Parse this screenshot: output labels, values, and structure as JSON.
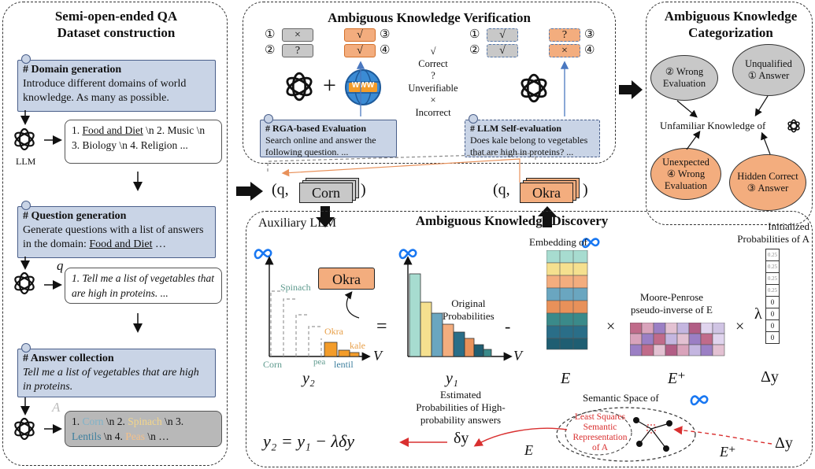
{
  "left_panel": {
    "title_line1": "Semi-open-ended QA",
    "title_line2": "Dataset construction",
    "domain": {
      "heading": "# Domain generation",
      "text": "Introduce different domains of world knowledge. As many as possible."
    },
    "llm_label": "LLM",
    "domain_output_pre": "1. ",
    "domain_output_link": "Food and Diet",
    "domain_output_rest": " \\n 2. Music \\n 3. Biology \\n 4. Religion ...",
    "question": {
      "heading": "# Question generation",
      "text": "Generate questions with a list of answers in the domain: ",
      "domain_link": "Food and Diet",
      "ellipsis": " …"
    },
    "q_label": "q",
    "question_output": "1. Tell me a list of vegetables that are high in proteins. ...",
    "answer": {
      "heading": "# Answer collection",
      "text": "Tell me a list of vegetables that are high in proteins."
    },
    "a_label": "A",
    "answer_output": {
      "p1": "1. ",
      "corn": "Corn",
      "p2": " \\n 2. ",
      "spinach": "Spinach",
      "p3": " \\n 3.",
      "lentils": "Lentils",
      "p4": " \\n 4. ",
      "peas": "Peas",
      "p5": " \\n   …"
    }
  },
  "verification": {
    "title": "Ambiguous Knowledge Verification",
    "left_nums": [
      "①",
      "②"
    ],
    "right_nums": [
      "③",
      "④"
    ],
    "left_grey": [
      "×",
      "?"
    ],
    "left_orange": [
      "√",
      "√"
    ],
    "right_grey": [
      "√",
      "√"
    ],
    "right_orange": [
      "?",
      "×"
    ],
    "www": "WWW",
    "legend": [
      "√",
      "Correct",
      "?",
      "Unverifiable",
      "×",
      "Incorrect"
    ],
    "rga": {
      "heading": "# RGA-based Evaluation",
      "text": "Search online and answer the following question. ..."
    },
    "self": {
      "heading": "# LLM Self-evaluation",
      "text": "Does kale belong to vegetables that are high in proteins? ..."
    }
  },
  "categorization": {
    "title_line1": "Ambiguous Knowledge",
    "title_line2": "Categorization",
    "wrong_eval": [
      "② Wrong",
      "Evaluation"
    ],
    "unqualified": [
      "Unqualified",
      "① Answer"
    ],
    "center": "Unfamiliar Knowledge of",
    "unexpected": [
      "Unexpected",
      "④ Wrong",
      "Evaluation"
    ],
    "hidden": [
      "Hidden Correct",
      "③ Answer"
    ],
    "colors": {
      "grey": "#c8c8c8",
      "orange": "#f3ad7e"
    }
  },
  "middle": {
    "q_open": "(q,",
    "corn": "Corn",
    "close": ")",
    "okra": "Okra"
  },
  "discovery": {
    "title": "Ambiguous Knowledge Discovery",
    "aux": "Auxiliary LLM",
    "chart_labels": [
      "Spinach",
      "Okra",
      "Corn",
      "pea",
      "lentil",
      "kale"
    ],
    "okra_box": "Okra",
    "v_label": "V",
    "y2": "y₂",
    "equals": "=",
    "orig_prob": [
      "Original",
      "Probabilities"
    ],
    "minus": "-",
    "y1": "y₁",
    "embedding": "Embedding of",
    "E": "E",
    "times": "×",
    "moore": [
      "Moore-Penrose",
      "pseudo-inverse of E"
    ],
    "Eplus": "E⁺",
    "init": [
      "Initialized",
      "Probabilities of A"
    ],
    "lambda": "λ",
    "delta_y": "Δy",
    "vector_vals": [
      "0.25",
      "0.25",
      "0.25",
      "0.25",
      "0",
      "0",
      "0",
      "0"
    ],
    "estimated": [
      "Estimated",
      "Probabilities of High-",
      "probability answers"
    ],
    "delta_y_small": "δy",
    "semantic": "Semantic Space of",
    "lsq": [
      "Least Squares",
      "Semantic",
      "Representation",
      "of A"
    ],
    "equation": "y₂ = y₁ − λδy",
    "E_bottom": "E",
    "Eplus_bottom": "E⁺",
    "delta_y_bottom": "Δy"
  }
}
